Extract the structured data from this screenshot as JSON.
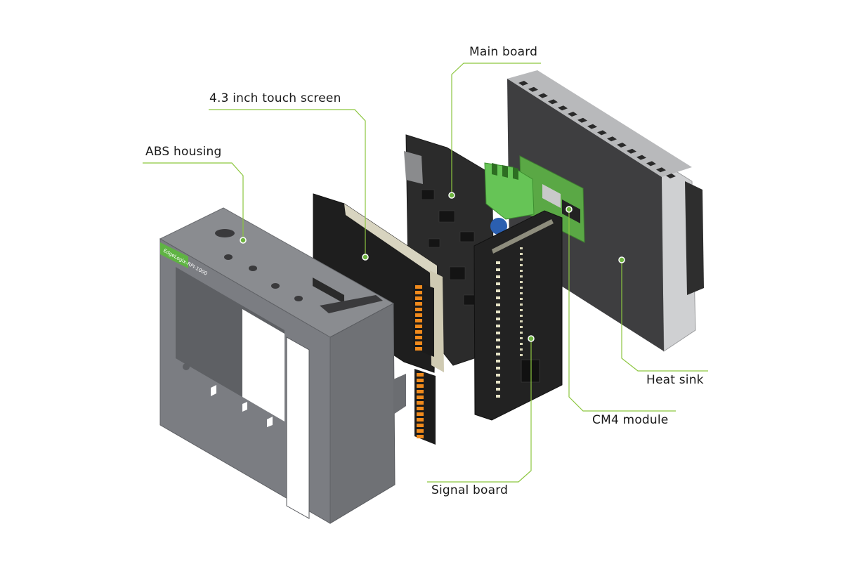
{
  "colors": {
    "leader_line": "#8cc63f",
    "leader_dot": "#6db33f",
    "housing": "#7b7d82",
    "pcb": "#2a2a2a",
    "heatsink": "#3c3c3c",
    "terminal": "#f08a1c",
    "green_connector": "#5cc24a"
  },
  "labels": {
    "main_board": "Main board",
    "touch_screen": "4.3 inch touch screen",
    "abs_housing": "ABS housing",
    "heat_sink": "Heat sink",
    "cm4_module": "CM4 module",
    "signal_board": "Signal board"
  },
  "housing_brand": "EdgeLogix-RPI-1000"
}
